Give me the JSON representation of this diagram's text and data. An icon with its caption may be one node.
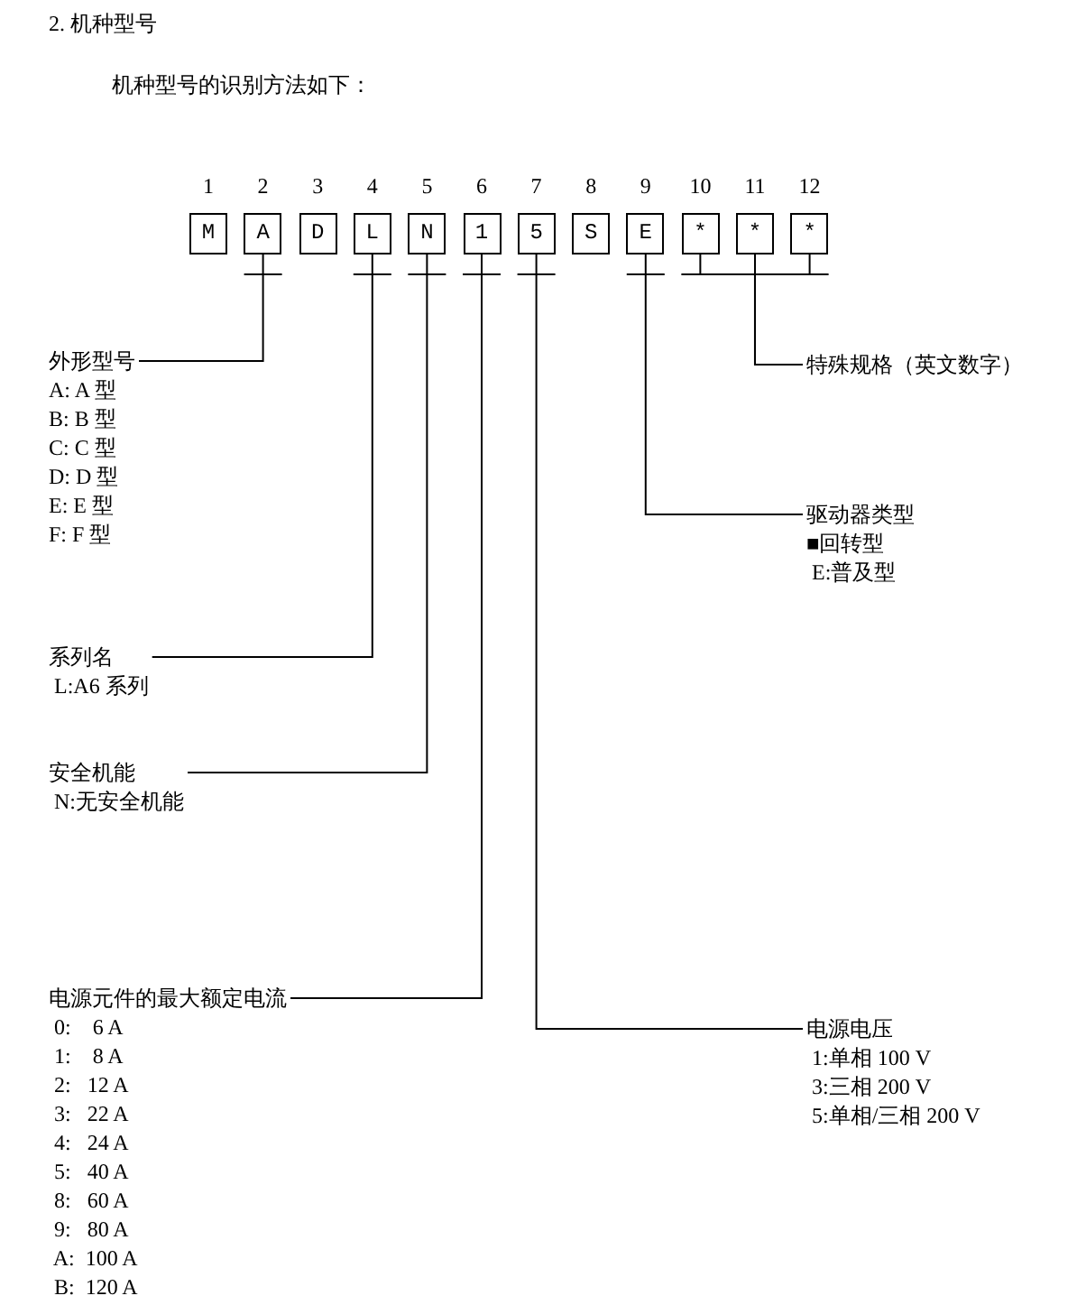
{
  "diagram": {
    "title": "2. 机种型号",
    "nodes": [
      {
        "text": [
          "M"
        ],
        "beside": [
          "1"
        ]
      },
      {
        "text": [
          "A"
        ],
        "beside": [
          "2"
        ]
      },
      {
        "text": [
          "D"
        ],
        "beside": [
          "3"
        ]
      },
      {
        "text": [
          "L"
        ],
        "beside": [
          "4"
        ]
      },
      {
        "text": [
          "N"
        ],
        "beside": [
          "5"
        ]
      },
      {
        "text": [
          "1"
        ],
        "beside": [
          "6"
        ]
      },
      {
        "text": [
          "5"
        ],
        "beside": [
          "7"
        ]
      },
      {
        "text": [
          "S"
        ],
        "beside": [
          "8"
        ]
      },
      {
        "text": [
          "E"
        ],
        "beside": [
          "9"
        ]
      },
      {
        "text": [
          "*"
        ],
        "beside": [
          "10"
        ]
      },
      {
        "text": [
          "*"
        ],
        "beside": [
          "11"
        ]
      },
      {
        "text": [
          "*"
        ],
        "beside": [
          "12"
        ]
      },
      {
        "text": [
          "外形型号",
          "A: A 型",
          "B: B 型",
          "C: C 型",
          "D: D 型",
          "E: E 型",
          "F: F 型"
        ]
      },
      {
        "text": [
          "特殊规格（英文数字）"
        ]
      },
      {
        "text": [
          "驱动器类型",
          "■回转型",
          " E:普及型"
        ]
      },
      {
        "text": [
          "系列名",
          " L:A6 系列"
        ]
      },
      {
        "text": [
          "安全机能",
          " N:无安全机能"
        ]
      },
      {
        "text": [
          "电源元件的最大额定电流",
          " 0:    6 A",
          " 1:    8 A",
          " 2:   12 A",
          " 3:   22 A",
          " 4:   24 A",
          " 5:   40 A",
          " 8:   60 A",
          " 9:   80 A",
          " A:  100 A",
          " B:  120 A"
        ]
      },
      {
        "text": [
          "电源电压",
          " 1:单相 100 V",
          " 3:三相 200 V",
          " 5:单相/三相 200 V"
        ]
      }
    ],
    "edges": [
      {
        "from": 1,
        "to": 12,
        "arrow": "none"
      },
      {
        "from": 9,
        "to": 13,
        "arrow": "none"
      },
      {
        "from": 10,
        "to": 13,
        "arrow": "none"
      },
      {
        "from": 11,
        "to": 13,
        "arrow": "none"
      },
      {
        "from": 8,
        "to": 14,
        "arrow": "none"
      },
      {
        "from": 3,
        "to": 15,
        "arrow": "none"
      },
      {
        "from": 4,
        "to": 16,
        "arrow": "none"
      },
      {
        "from": 5,
        "to": 17,
        "arrow": "none"
      },
      {
        "from": 6,
        "to": 18,
        "arrow": "none"
      }
    ],
    "labels": [
      "机种型号的识别方法如下："
    ]
  }
}
